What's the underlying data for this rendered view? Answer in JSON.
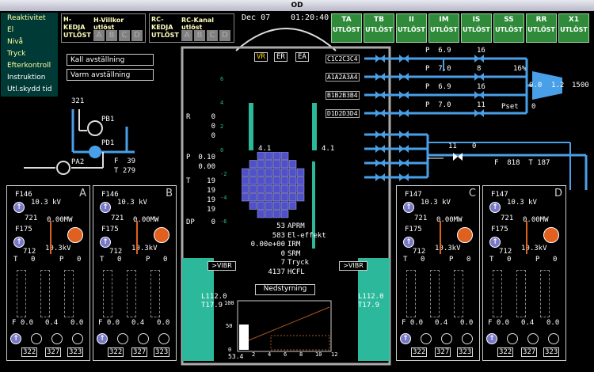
{
  "window": {
    "title": "OD"
  },
  "menu": [
    "Reaktivitet",
    "El",
    "Nivå",
    "Tryck",
    "Efterkontroll",
    "Instruktion",
    "Utl.skydd tid"
  ],
  "header": {
    "h_label": "H-\nKEDJA\nUTLÖST",
    "h_villkor": "H-Villkor utlöst",
    "rc_label": "RC-\nKEDJA\nUTLÖST",
    "rc_kanal": "RC-Kanal utlöst",
    "abcd": [
      "A",
      "B",
      "C",
      "D"
    ],
    "date": "Dec 07",
    "time": "01:20:40"
  },
  "trip_buttons": [
    {
      "name": "TA",
      "sub": "UTLÖST"
    },
    {
      "name": "TB",
      "sub": "UTLÖST"
    },
    {
      "name": "II",
      "sub": "UTLÖST"
    },
    {
      "name": "IM",
      "sub": "UTLÖST"
    },
    {
      "name": "IS",
      "sub": "UTLÖST"
    },
    {
      "name": "SS",
      "sub": "UTLÖST"
    },
    {
      "name": "RR",
      "sub": "UTLÖST"
    },
    {
      "name": "X1",
      "sub": "UTLÖST"
    }
  ],
  "alarms": {
    "kall": "Kall avställning",
    "varm": "Varm avställning"
  },
  "pump_area": {
    "p321": "321",
    "pb1": "PB1",
    "pd1": "PD1",
    "pa2": "PA2",
    "f": "F  39",
    "t": "T 279"
  },
  "reactor": {
    "modes": [
      "VR",
      "ER",
      "EA"
    ],
    "left_labels": [
      {
        "k": "R",
        "v": "0"
      },
      {
        "k": "",
        "v": "0"
      },
      {
        "k": "",
        "v": "0"
      },
      {
        "k": "P",
        "v": "0.10"
      },
      {
        "k": "",
        "v": "0.00"
      },
      {
        "k": "T",
        "v": "19"
      },
      {
        "k": "",
        "v": "19"
      },
      {
        "k": "",
        "v": "19"
      },
      {
        "k": "",
        "v": "19"
      },
      {
        "k": "DP",
        "v": "0"
      }
    ],
    "level_left": "4.1",
    "level_right": "4.1",
    "scale": [
      "6",
      "4",
      "2",
      "0",
      "-2",
      "-4",
      "-6"
    ],
    "readouts": [
      {
        "v": "53",
        "l": "APRM"
      },
      {
        "v": "583",
        "l": "El-effekt"
      },
      {
        "v": "0.00e+00",
        "l": "IRM"
      },
      {
        "v": "0",
        "l": "SRM"
      },
      {
        "v": "7",
        "l": "Tryck"
      },
      {
        "v": "4137",
        "l": "HCFL"
      }
    ],
    "vibr": ">VIBR",
    "nedstyrning": "Nedstyrning",
    "lower_left": {
      "l": "112.0",
      "t": "17.9"
    },
    "lower_right": {
      "l": "112.0",
      "t": "17.9"
    },
    "hist_y": [
      "100",
      "50",
      "0"
    ],
    "hist_x": [
      "2",
      "4",
      "6",
      "8",
      "10",
      "12"
    ],
    "hist_corner": "53.4"
  },
  "valves": {
    "rows": [
      "C1C2C3C4",
      "A1A2A3A4",
      "B1B2B3B4",
      "D1D2D3D4"
    ],
    "pressures": [
      {
        "p": "P  6.9",
        "n": "16"
      },
      {
        "p": "P  7.0",
        "n": "8"
      },
      {
        "p": "P  6.9",
        "n": "16"
      },
      {
        "p": "P  7.0",
        "n": "11"
      }
    ],
    "pct": "16%",
    "turbine_a": "0.0",
    "turbine_b": "1.2",
    "turbine_c": "1500",
    "pset_label": "Pset",
    "pset_val": "0",
    "bypass_a": "11",
    "bypass_b": "0",
    "feed": "F  818  T 187"
  },
  "generators": [
    {
      "letter": "A",
      "f1": "F146",
      "kv1": "10.3 kV",
      "n1": "721",
      "mw": "0.00MW",
      "f2": "F175",
      "n2": "712",
      "kv2": "10.3kV",
      "t": "T",
      "t0": "0",
      "p": "P",
      "p0": "0",
      "fl": "F 0.0",
      "mid": "0.4",
      "end": "0.0",
      "b1": "322",
      "b2": "327",
      "b3": "323"
    },
    {
      "letter": "B",
      "f1": "F146",
      "kv1": "10.3 kV",
      "n1": "721",
      "mw": "0.00MW",
      "f2": "F175",
      "n2": "712",
      "kv2": "10.3kV",
      "t": "T",
      "t0": "0",
      "p": "P",
      "p0": "0",
      "fl": "F 0.0",
      "mid": "0.4",
      "end": "0.0",
      "b1": "322",
      "b2": "327",
      "b3": "323"
    },
    {
      "letter": "C",
      "f1": "F147",
      "kv1": "10.3 kV",
      "n1": "721",
      "mw": "0.00MW",
      "f2": "F175",
      "n2": "712",
      "kv2": "10.3kV",
      "t": "T",
      "t0": "0",
      "p": "P",
      "p0": "0",
      "fl": "F 0.0",
      "mid": "0.4",
      "end": "0.0",
      "b1": "322",
      "b2": "327",
      "b3": "323"
    },
    {
      "letter": "D",
      "f1": "F147",
      "kv1": "10.3 kV",
      "n1": "721",
      "mw": "0.00MW",
      "f2": "F175",
      "n2": "712",
      "kv2": "10.3kV",
      "t": "T",
      "t0": "0",
      "p": "P",
      "p0": "0",
      "fl": "F 0.0",
      "mid": "0.4",
      "end": "0.0",
      "b1": "322",
      "b2": "327",
      "b3": "323"
    }
  ],
  "colors": {
    "pipe": "#4aa0e8",
    "green": "#2f8a3a",
    "teal": "#2cb89a",
    "menu_bg": "#003a36"
  }
}
